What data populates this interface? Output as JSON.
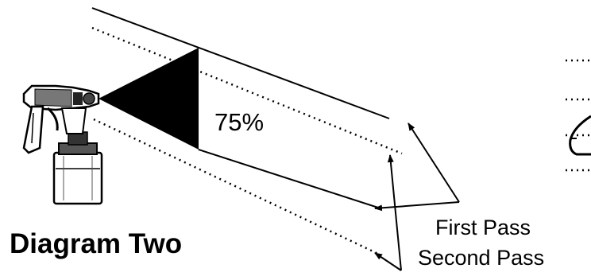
{
  "diagram": {
    "title": "Diagram Two",
    "overlap_label": "75%",
    "first_pass_label": "First Pass",
    "second_pass_label": "Second Pass"
  },
  "colors": {
    "ink": "#000000",
    "background": "#ffffff"
  },
  "icons": {
    "spray_gun": "spray-gun-icon"
  }
}
